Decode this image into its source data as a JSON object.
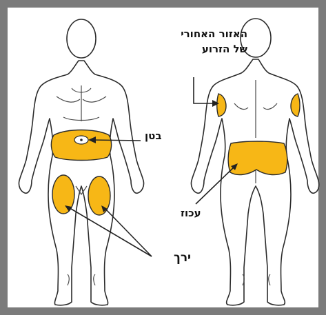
{
  "labels": {
    "arm_line1": "האזור האחורי",
    "arm_line2": "של הזרוע",
    "belly": "בטן",
    "buttocks": "עכוז",
    "thigh": "ירך"
  },
  "colors": {
    "frame": "#7b7b7b",
    "injection_site": "#f7b716",
    "outline": "#2b2b2b",
    "arrow": "#222222"
  }
}
